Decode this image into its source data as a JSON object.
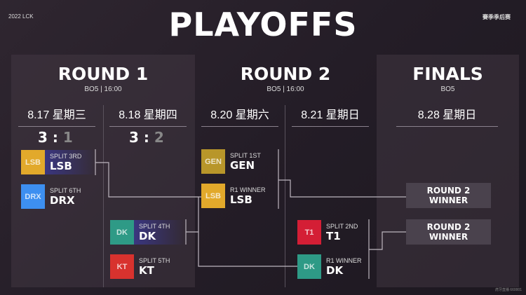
{
  "header": {
    "brand": "2022 LCK",
    "title": "PLAYOFFS",
    "tag": "賽季季后赛"
  },
  "rounds": [
    {
      "title": "ROUND 1",
      "format": "BO5 | 16:00"
    },
    {
      "title": "ROUND 2",
      "format": "BO5 | 16:00"
    },
    {
      "title": "FINALS",
      "format": "BO5"
    }
  ],
  "dates": [
    "8.17 星期三",
    "8.18 星期四",
    "8.20 星期六",
    "8.21 星期日",
    "8.28 星期日"
  ],
  "scores": [
    {
      "win": "3",
      "sep": ":",
      "lose": "1"
    },
    {
      "win": "3",
      "sep": ":",
      "lose": "2"
    }
  ],
  "teams": [
    {
      "seed": "SPLIT 3RD",
      "name": "LSB",
      "color": "#e2a92b"
    },
    {
      "seed": "SPLIT 6TH",
      "name": "DRX",
      "color": "#3d8ff0"
    },
    {
      "seed": "SPLIT 4TH",
      "name": "DK",
      "color": "#2e9a86"
    },
    {
      "seed": "SPLIT 5TH",
      "name": "KT",
      "color": "#d8322e"
    },
    {
      "seed": "SPLIT 1ST",
      "name": "GEN",
      "color": "#b8962a"
    },
    {
      "seed": "R1 WINNER",
      "name": "LSB",
      "color": "#e2a92b"
    },
    {
      "seed": "SPLIT 2ND",
      "name": "T1",
      "color": "#d41e35"
    },
    {
      "seed": "R1 WINNER",
      "name": "DK",
      "color": "#2e9a86"
    }
  ],
  "finals": [
    {
      "label1": "ROUND 2",
      "label2": "WINNER"
    },
    {
      "label1": "ROUND 2",
      "label2": "WINNER"
    }
  ],
  "watermark": "虎牙直播 660001"
}
